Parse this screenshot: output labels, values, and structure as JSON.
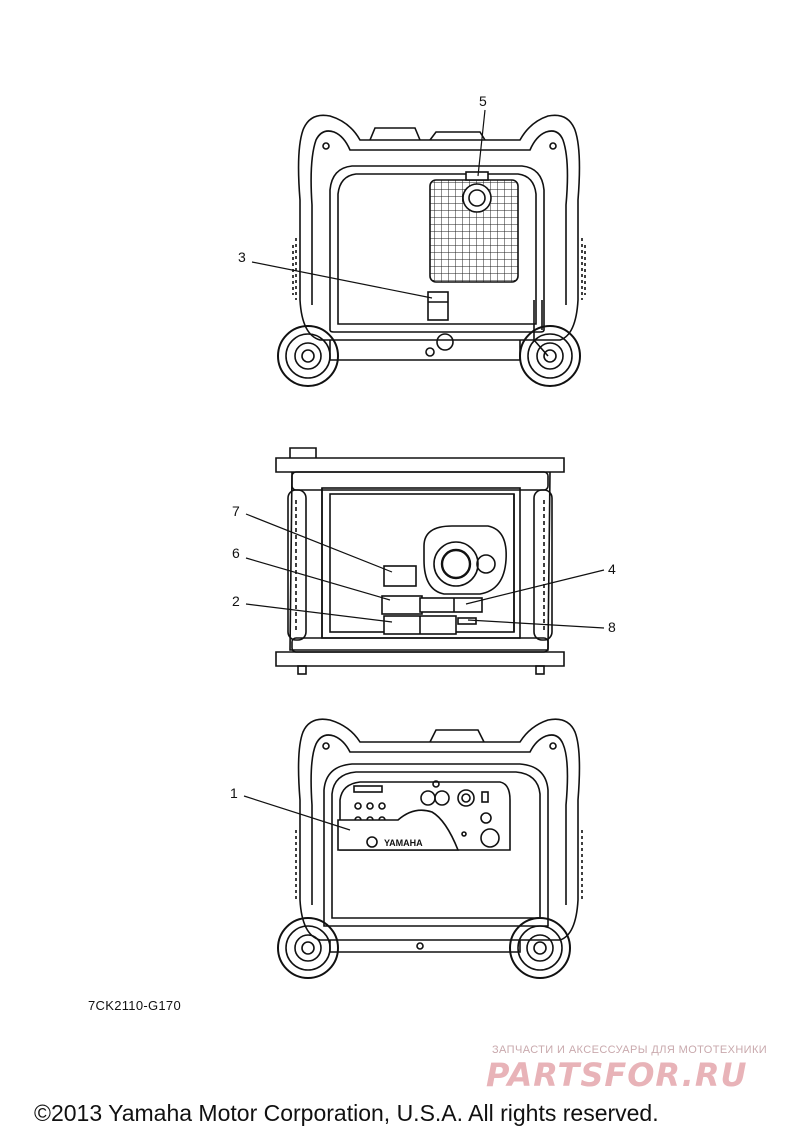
{
  "callouts": {
    "c1": "1",
    "c2": "2",
    "c3": "3",
    "c4": "4",
    "c5": "5",
    "c6": "6",
    "c7": "7",
    "c8": "8"
  },
  "panel_brand": "YAMAHA",
  "diagram_code": "7CK2110-G170",
  "watermark": {
    "tagline": "ЗАПЧАСТИ И АКСЕССУАРЫ ДЛЯ МОТОТЕХНИКИ",
    "logo": "PARTSFOR.RU"
  },
  "copyright": "©2013 Yamaha Motor Corporation, U.S.A. All rights reserved."
}
